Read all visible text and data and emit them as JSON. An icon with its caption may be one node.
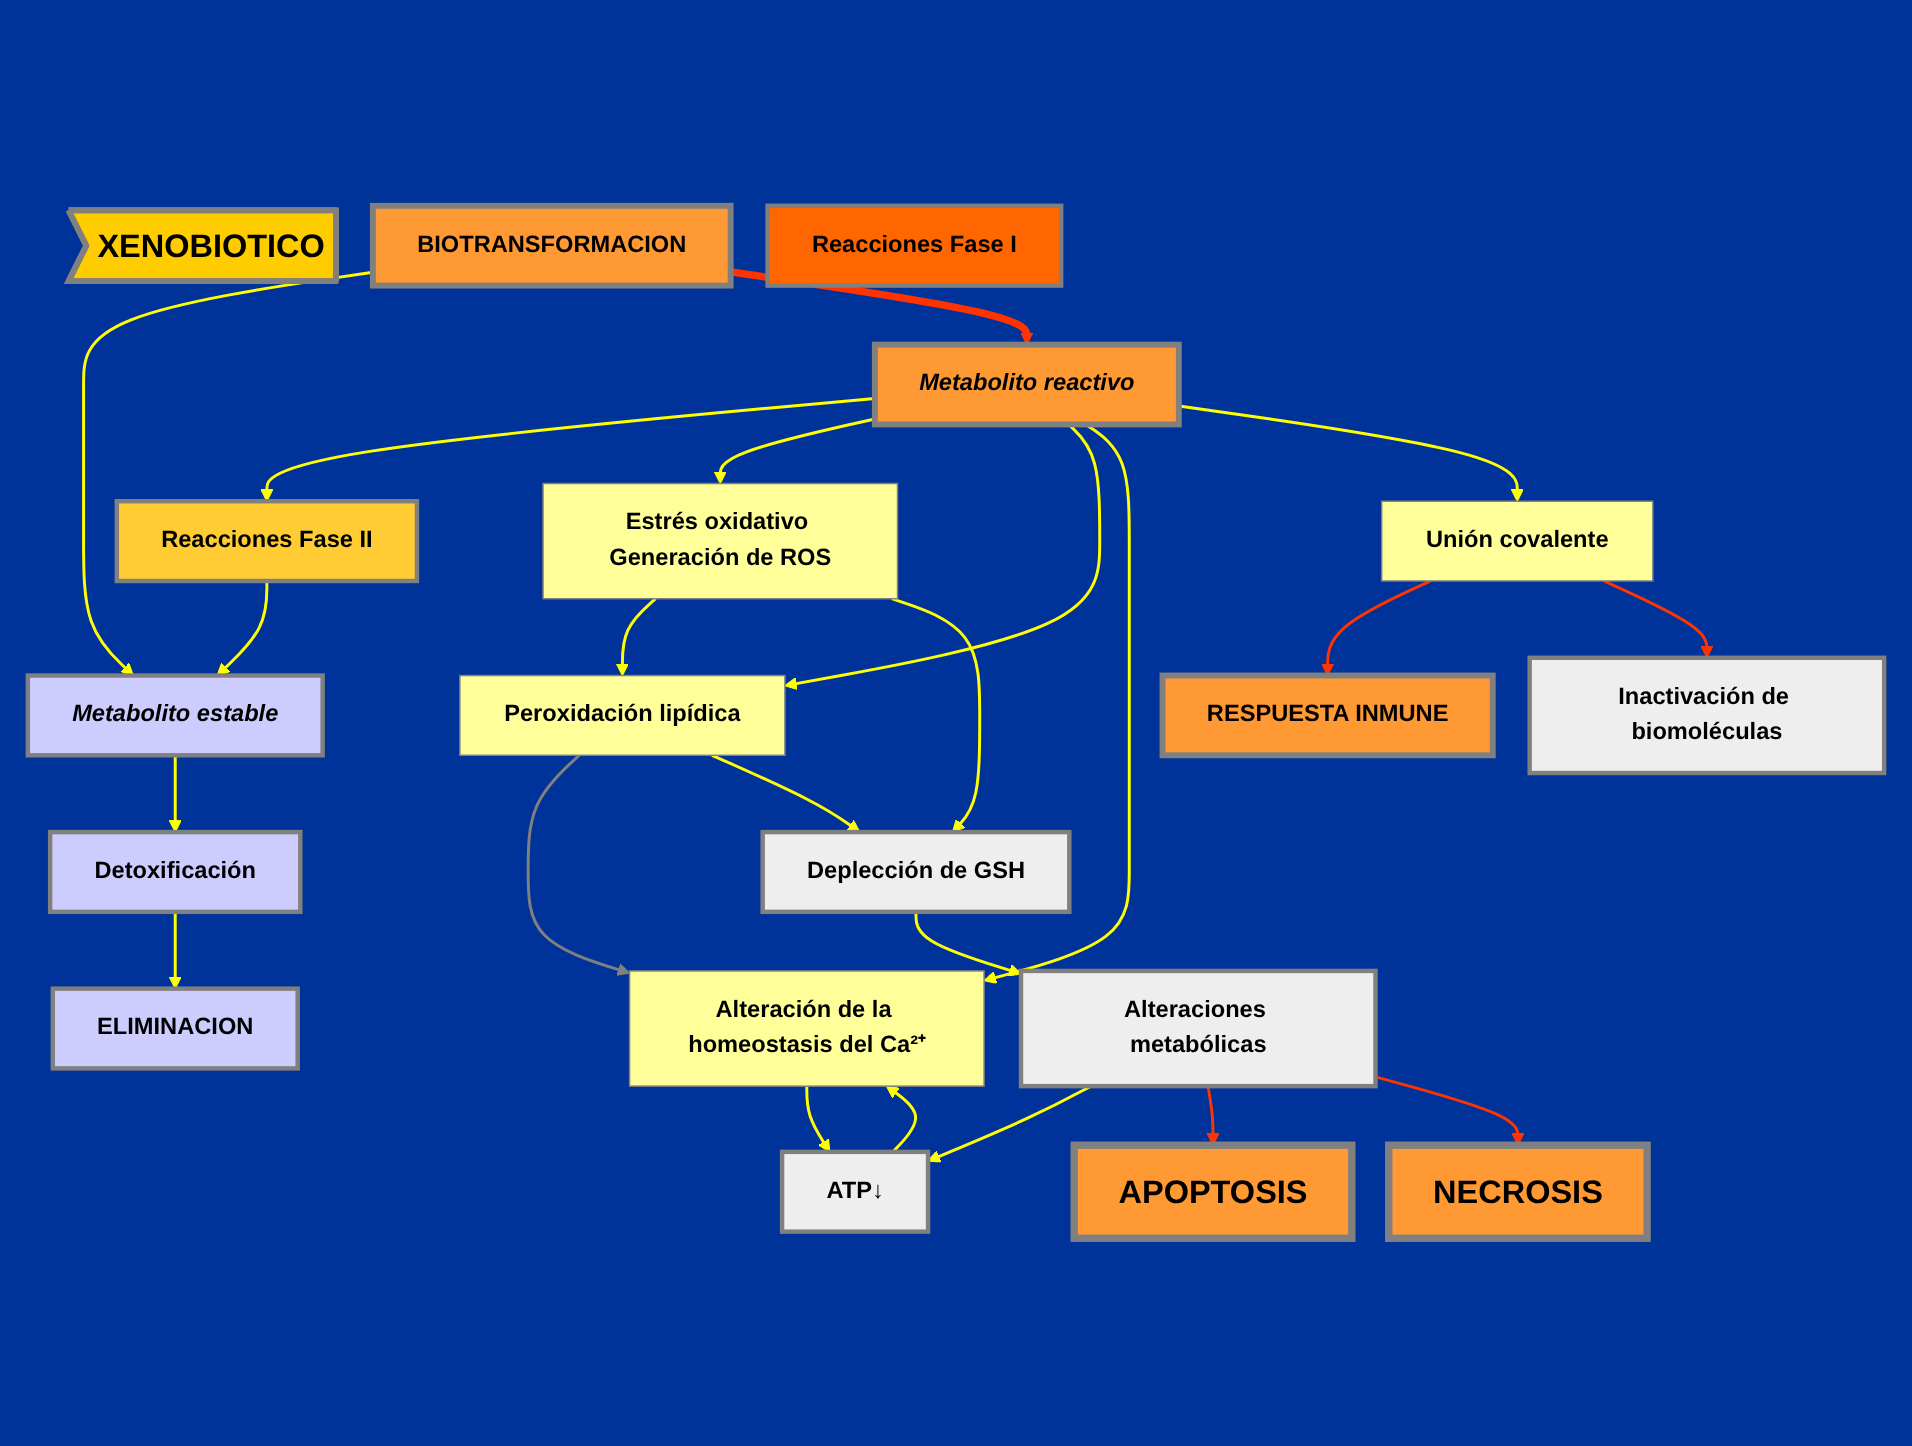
{
  "diagram": {
    "nodes": [
      {
        "text": [
          "XENOBIOTICO"
        ]
      },
      {
        "text": [
          "BIOTRANSFORMACION"
        ]
      },
      {
        "text": [
          "Reacciones Fase I"
        ]
      },
      {
        "text": [
          "Metabolito estable"
        ]
      },
      {
        "text": [
          "Reacciones Fase II"
        ]
      },
      {
        "text": [
          "Metabolito reactivo"
        ]
      },
      {
        "text": [
          "Estrés oxidativo Generación de ROS"
        ]
      },
      {
        "text": [
          "Peroxidación lipídica"
        ]
      },
      {
        "text": [
          "Alteración de la homeostasis del Ca²⁺"
        ]
      },
      {
        "text": [
          "Unión covalente"
        ]
      },
      {
        "text": [
          "Deplección de GSH"
        ]
      },
      {
        "text": [
          "ATP↓"
        ]
      },
      {
        "text": [
          "Detoxificación"
        ]
      },
      {
        "text": [
          "Alteraciones metabólicas"
        ]
      },
      {
        "text": [
          "Inactivación de biomoléculas"
        ]
      },
      {
        "text": [
          "ELIMINACION"
        ]
      },
      {
        "text": [
          "APOPTOSIS"
        ]
      },
      {
        "text": [
          "NECROSIS"
        ]
      },
      {
        "text": [
          "RESPUESTA INMUNE"
        ]
      }
    ],
    "edges": [
      {
        "from": 1,
        "to": 3,
        "arrow": "to"
      },
      {
        "from": 1,
        "to": 5,
        "arrow": "to",
        "style": "thick",
        "color": "#ff3300"
      },
      {
        "from": 5,
        "to": 4,
        "arrow": "to"
      },
      {
        "from": 4,
        "to": 3,
        "arrow": "to"
      },
      {
        "from": 5,
        "to": 6,
        "arrow": "to"
      },
      {
        "from": 5,
        "to": 7,
        "arrow": "to"
      },
      {
        "from": 5,
        "to": 8,
        "arrow": "to"
      },
      {
        "from": 5,
        "to": 9,
        "arrow": "to"
      },
      {
        "from": 6,
        "to": 7,
        "arrow": "to"
      },
      {
        "from": 7,
        "to": 8,
        "arrow": "to",
        "color": "#808080"
      },
      {
        "from": 6,
        "to": 10,
        "arrow": "to"
      },
      {
        "from": 7,
        "to": 10,
        "arrow": "to"
      },
      {
        "from": 8,
        "to": 11,
        "arrow": "to"
      },
      {
        "from": 11,
        "to": 8,
        "arrow": "to"
      },
      {
        "from": 10,
        "to": 13,
        "arrow": "to"
      },
      {
        "from": 13,
        "to": 11,
        "arrow": "to"
      },
      {
        "from": 3,
        "to": 12,
        "arrow": "to"
      },
      {
        "from": 12,
        "to": 15,
        "arrow": "to"
      },
      {
        "from": 13,
        "to": 16,
        "arrow": "to",
        "color": "#ff3300"
      },
      {
        "from": 13,
        "to": 17,
        "arrow": "to",
        "color": "#ff3300"
      },
      {
        "from": 9,
        "to": 18,
        "arrow": "to",
        "color": "#ff3300"
      },
      {
        "from": 9,
        "to": 14,
        "arrow": "to",
        "color": "#ff3300"
      }
    ]
  }
}
